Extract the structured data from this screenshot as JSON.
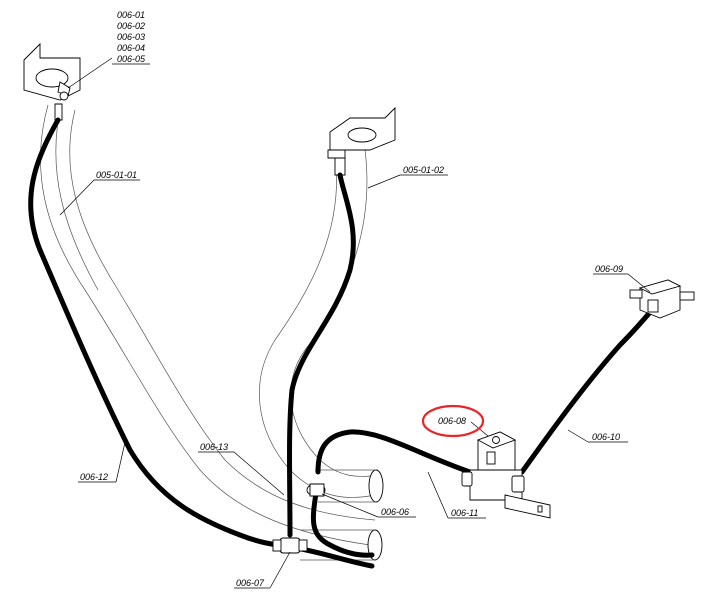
{
  "labels": {
    "p006_01": "006-01",
    "p006_02": "006-02",
    "p006_03": "006-03",
    "p006_04": "006-04",
    "p006_05": "006-05",
    "p005_01_01": "005-01-01",
    "p005_01_02": "005-01-02",
    "p006_09": "006-09",
    "p006_08": "006-08",
    "p006_10": "006-10",
    "p006_12": "006-12",
    "p006_13": "006-13",
    "p006_06": "006-06",
    "p006_11": "006-11",
    "p006_07": "006-07"
  },
  "colors": {
    "highlight_ring": "#e8262a",
    "hose": "#000000",
    "tube_outline": "#555555"
  }
}
